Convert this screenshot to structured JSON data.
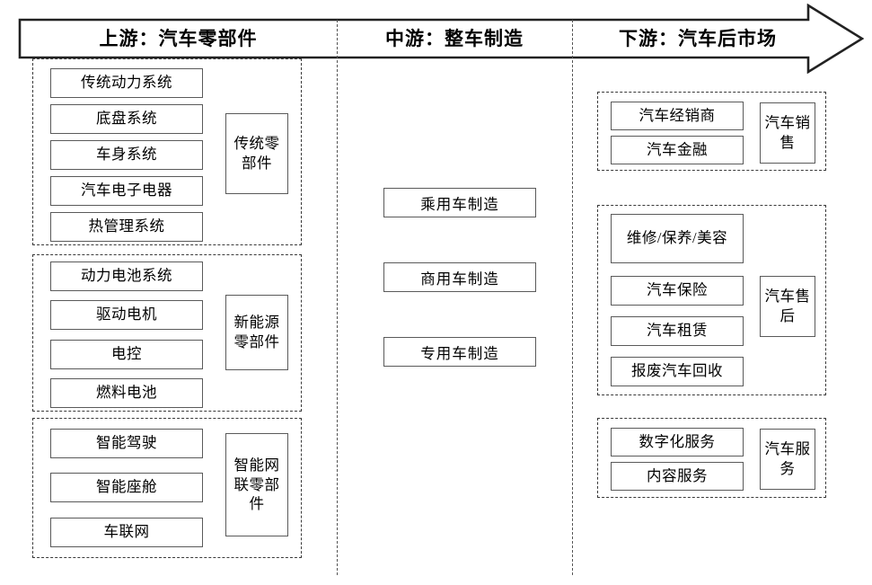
{
  "banner": {
    "segments": [
      {
        "id": "upstream",
        "label": "上游：汽车零部件"
      },
      {
        "id": "midstream",
        "label": "中游：整车制造"
      },
      {
        "id": "downstream",
        "label": "下游：汽车后市场"
      }
    ]
  },
  "upstream": {
    "groups": [
      {
        "id": "traditional-parts",
        "category": "传统零部件",
        "items": [
          "传统动力系统",
          "底盘系统",
          "车身系统",
          "汽车电子电器",
          "热管理系统"
        ]
      },
      {
        "id": "new-energy-parts",
        "category": "新能源零部件",
        "items": [
          "动力电池系统",
          "驱动电机",
          "电控",
          "燃料电池"
        ]
      },
      {
        "id": "intelligent-connected-parts",
        "category": "智能网联零部件",
        "items": [
          "智能驾驶",
          "智能座舱",
          "车联网"
        ]
      }
    ]
  },
  "midstream": {
    "items": [
      "乘用车制造",
      "商用车制造",
      "专用车制造"
    ]
  },
  "downstream": {
    "groups": [
      {
        "id": "auto-sales",
        "category": "汽车销售",
        "items": [
          "汽车经销商",
          "汽车金融"
        ]
      },
      {
        "id": "auto-aftersales",
        "category": "汽车售后",
        "items": [
          "维修/保养/美容",
          "汽车保险",
          "汽车租赁",
          "报废汽车回收"
        ]
      },
      {
        "id": "auto-services",
        "category": "汽车服务",
        "items": [
          "数字化服务",
          "内容服务"
        ]
      }
    ]
  },
  "colors": {
    "stroke": "#5a5a5a",
    "dashed": "#3a3a3a",
    "background": "#ffffff",
    "text": "#000000"
  }
}
